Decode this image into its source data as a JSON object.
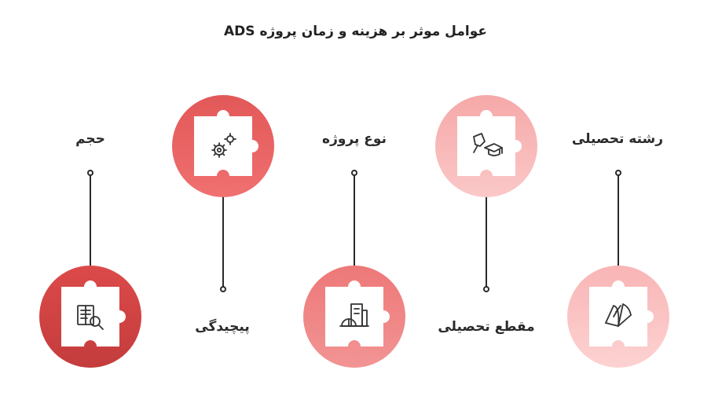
{
  "title": "عوامل موثر بر هزینه و زمان پروژه ADS",
  "factors": [
    {
      "label": "حجم",
      "icon": "document-search-icon",
      "color_top": "#dc4a4a",
      "color_bottom": "#c43c3c"
    },
    {
      "label": "پیچیدگی",
      "icon": "gears-icon",
      "color_top": "#e25858",
      "color_bottom": "#f07070"
    },
    {
      "label": "نوع پروژه",
      "icon": "building-construction-icon",
      "color_top": "#ee7878",
      "color_bottom": "#f29494"
    },
    {
      "label": "مقطع تحصیلی",
      "icon": "graduation-cap-icon",
      "color_top": "#f6a8a8",
      "color_bottom": "#fbc8c8"
    },
    {
      "label": "رشته تحصیلی",
      "icon": "open-book-icon",
      "color_top": "#f9b5b5",
      "color_bottom": "#fdd2d2"
    }
  ]
}
